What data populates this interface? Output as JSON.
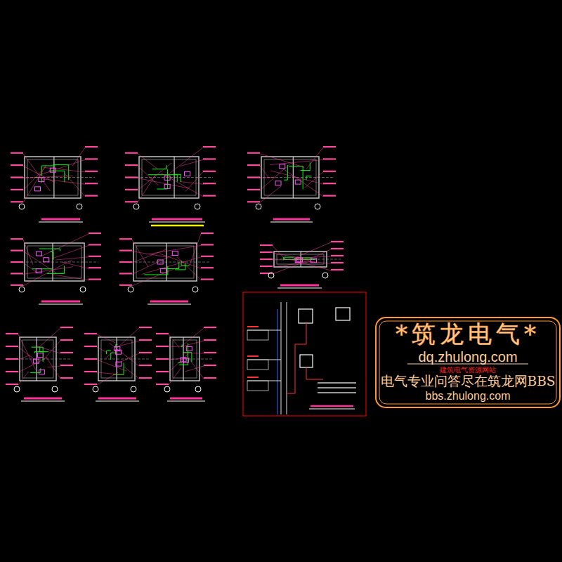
{
  "diagram": {
    "nodes": [
      {
        "text": [
          "*筑龙电气*",
          "dq.zhulong.com",
          "建筑电气资源网站",
          "电气专业问答尽在筑龙网BBS",
          "bbs.zhulong.com"
        ]
      }
    ]
  }
}
